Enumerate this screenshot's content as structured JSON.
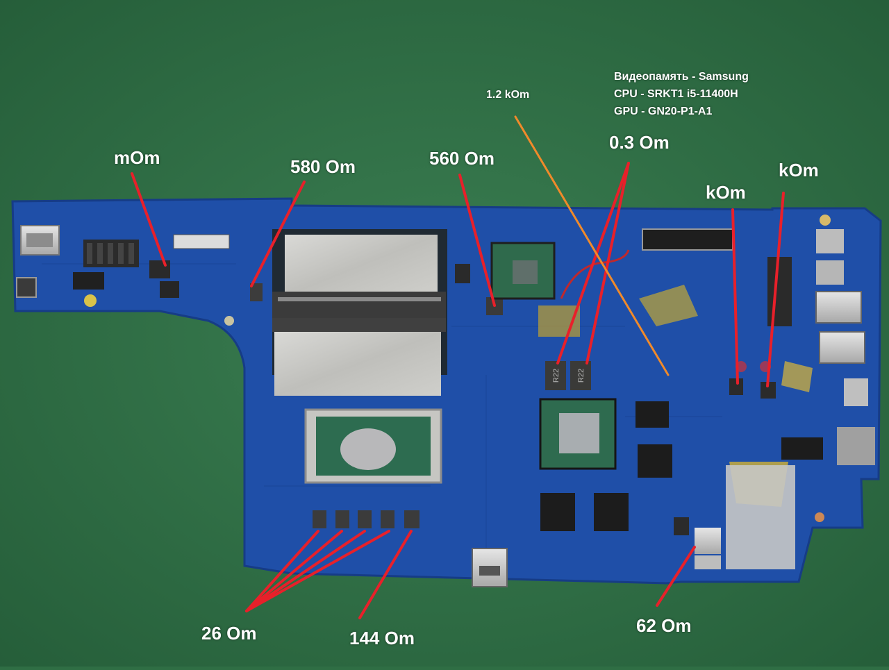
{
  "annotations": {
    "mom": "mOm",
    "r580": "580 Om",
    "r560": "560 Om",
    "r1_2k": "1.2 kOm",
    "r0_3": "0.3 Om",
    "kom_left": "kOm",
    "kom_right": "kOm",
    "r26": "26 Om",
    "r144": "144 Om",
    "r62": "62 Om"
  },
  "specs": {
    "vram": "Видеопамять - Samsung",
    "cpu": "CPU - SRKT1 i5-11400H",
    "gpu": "GPU - GN20-P1-A1"
  },
  "component_markings": {
    "r22_a": "R22",
    "r22_b": "R22"
  },
  "colors": {
    "background_table": "#2f6e44",
    "pcb": "#1f4fa8",
    "arrow_red": "#e8202a",
    "arrow_orange": "#f08a2a",
    "label_text": "#ffffff"
  }
}
